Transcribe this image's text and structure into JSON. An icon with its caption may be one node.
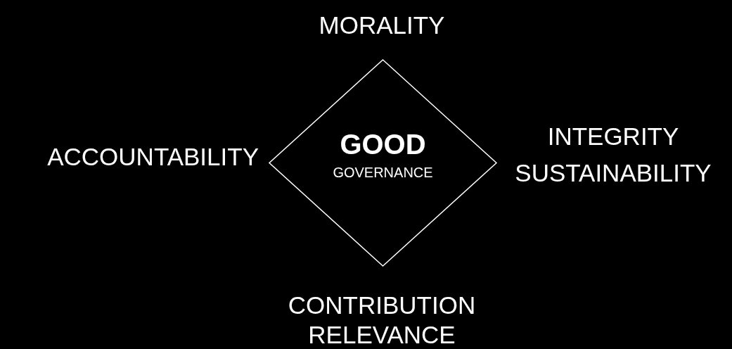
{
  "diagram": {
    "nodes": [
      {
        "text": [
          "GOOD",
          "GOVERNANCE"
        ]
      }
    ],
    "edges": [],
    "labels": [
      "MORALITY",
      "ACCOUNTABILITY",
      "INTEGRITY",
      "SUSTAINABILITY",
      "CONTRIBUTION",
      "RELEVANCE"
    ]
  }
}
